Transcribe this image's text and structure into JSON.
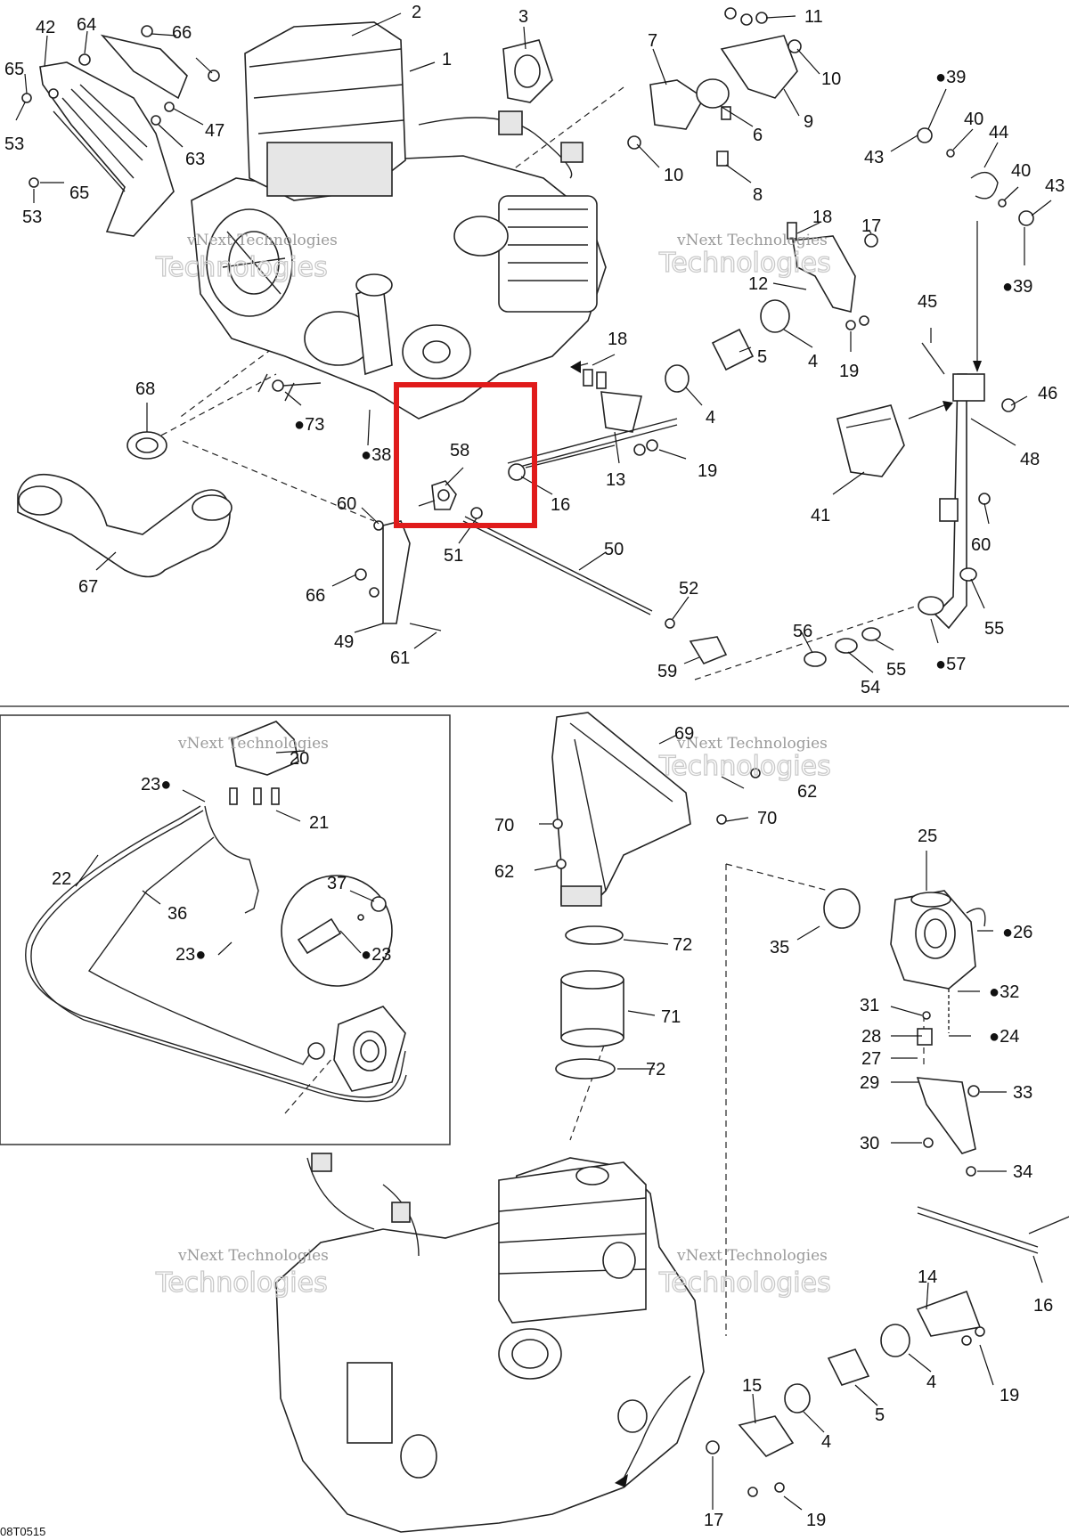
{
  "diagram_code": "08T0515",
  "watermark": {
    "line1": "vNext Technologies",
    "line2": "Technologies"
  },
  "highlight_color": "#e01b1b",
  "callouts": [
    {
      "id": "c2",
      "text": "2"
    },
    {
      "id": "c1",
      "text": "1"
    },
    {
      "id": "c3",
      "text": "3"
    },
    {
      "id": "c7",
      "text": "7"
    },
    {
      "id": "c11",
      "text": "11"
    },
    {
      "id": "c10a",
      "text": "10"
    },
    {
      "id": "c9",
      "text": "9"
    },
    {
      "id": "c6",
      "text": "6"
    },
    {
      "id": "c10b",
      "text": "10"
    },
    {
      "id": "c8",
      "text": "8"
    },
    {
      "id": "c42",
      "text": "42"
    },
    {
      "id": "c64",
      "text": "64"
    },
    {
      "id": "c66a",
      "text": "66"
    },
    {
      "id": "c65a",
      "text": "65"
    },
    {
      "id": "c47",
      "text": "47"
    },
    {
      "id": "c53a",
      "text": "53"
    },
    {
      "id": "c63",
      "text": "63"
    },
    {
      "id": "c65b",
      "text": "65"
    },
    {
      "id": "c53b",
      "text": "53"
    },
    {
      "id": "c39a",
      "text": "39",
      "drop": true
    },
    {
      "id": "c40a",
      "text": "40"
    },
    {
      "id": "c44",
      "text": "44"
    },
    {
      "id": "c43a",
      "text": "43"
    },
    {
      "id": "c40b",
      "text": "40"
    },
    {
      "id": "c43b",
      "text": "43"
    },
    {
      "id": "c39b",
      "text": "39",
      "drop": true
    },
    {
      "id": "c18a",
      "text": "18"
    },
    {
      "id": "c17a",
      "text": "17"
    },
    {
      "id": "c12",
      "text": "12"
    },
    {
      "id": "c4a",
      "text": "4"
    },
    {
      "id": "c19a",
      "text": "19"
    },
    {
      "id": "c18b",
      "text": "18"
    },
    {
      "id": "c5a",
      "text": "5"
    },
    {
      "id": "c4b",
      "text": "4"
    },
    {
      "id": "c45",
      "text": "45"
    },
    {
      "id": "c46",
      "text": "46"
    },
    {
      "id": "c68",
      "text": "68"
    },
    {
      "id": "c73",
      "text": "73",
      "drop": true
    },
    {
      "id": "c38",
      "text": "38",
      "drop": true
    },
    {
      "id": "c58",
      "text": "58"
    },
    {
      "id": "c13",
      "text": "13"
    },
    {
      "id": "c19b",
      "text": "19"
    },
    {
      "id": "c16a",
      "text": "16"
    },
    {
      "id": "c48",
      "text": "48"
    },
    {
      "id": "c60a",
      "text": "60"
    },
    {
      "id": "c51",
      "text": "51"
    },
    {
      "id": "c41",
      "text": "41"
    },
    {
      "id": "c60b",
      "text": "60"
    },
    {
      "id": "c50",
      "text": "50"
    },
    {
      "id": "c67",
      "text": "67"
    },
    {
      "id": "c66b",
      "text": "66"
    },
    {
      "id": "c52",
      "text": "52"
    },
    {
      "id": "c55a",
      "text": "55"
    },
    {
      "id": "c49",
      "text": "49"
    },
    {
      "id": "c61",
      "text": "61"
    },
    {
      "id": "c56",
      "text": "56"
    },
    {
      "id": "c55b",
      "text": "55"
    },
    {
      "id": "c59",
      "text": "59"
    },
    {
      "id": "c54",
      "text": "54"
    },
    {
      "id": "c57",
      "text": "57",
      "drop": true
    },
    {
      "id": "c20",
      "text": "20"
    },
    {
      "id": "c23a",
      "text": "23",
      "drop_after": true
    },
    {
      "id": "c21",
      "text": "21"
    },
    {
      "id": "c22",
      "text": "22"
    },
    {
      "id": "c36",
      "text": "36"
    },
    {
      "id": "c37",
      "text": "37"
    },
    {
      "id": "c23b",
      "text": "23",
      "drop_after": true
    },
    {
      "id": "c23c",
      "text": "23",
      "drop": true
    },
    {
      "id": "c69",
      "text": "69"
    },
    {
      "id": "c62a",
      "text": "62"
    },
    {
      "id": "c70a",
      "text": "70"
    },
    {
      "id": "c70b",
      "text": "70"
    },
    {
      "id": "c62b",
      "text": "62"
    },
    {
      "id": "c25",
      "text": "25"
    },
    {
      "id": "c35",
      "text": "35"
    },
    {
      "id": "c26",
      "text": "26",
      "drop": true
    },
    {
      "id": "c72a",
      "text": "72"
    },
    {
      "id": "c32",
      "text": "32",
      "drop": true
    },
    {
      "id": "c71",
      "text": "71"
    },
    {
      "id": "c31",
      "text": "31"
    },
    {
      "id": "c28",
      "text": "28"
    },
    {
      "id": "c24",
      "text": "24",
      "drop": true
    },
    {
      "id": "c27",
      "text": "27"
    },
    {
      "id": "c72b",
      "text": "72"
    },
    {
      "id": "c29",
      "text": "29"
    },
    {
      "id": "c33",
      "text": "33"
    },
    {
      "id": "c30",
      "text": "30"
    },
    {
      "id": "c34",
      "text": "34"
    },
    {
      "id": "c14",
      "text": "14"
    },
    {
      "id": "c16b",
      "text": "16"
    },
    {
      "id": "c4c",
      "text": "4"
    },
    {
      "id": "c19c",
      "text": "19"
    },
    {
      "id": "c15",
      "text": "15"
    },
    {
      "id": "c5b",
      "text": "5"
    },
    {
      "id": "c4d",
      "text": "4"
    },
    {
      "id": "c17b",
      "text": "17"
    },
    {
      "id": "c19d",
      "text": "19"
    }
  ]
}
